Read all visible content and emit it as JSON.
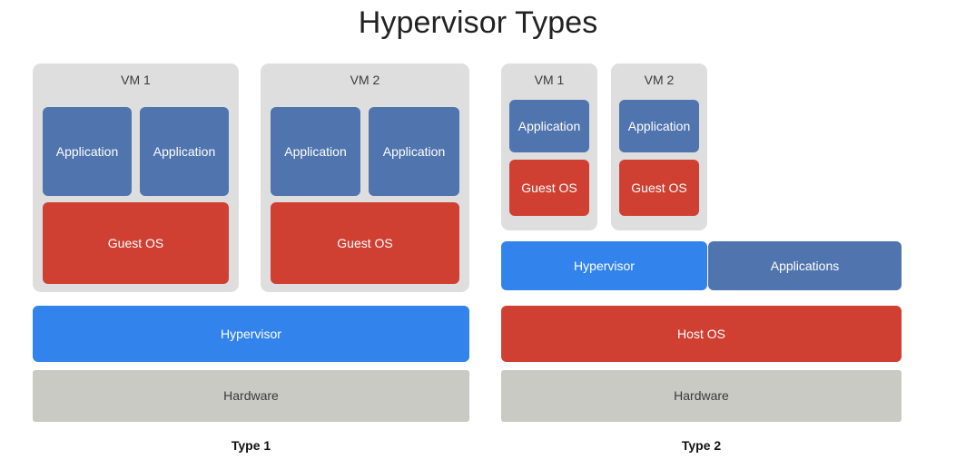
{
  "diagram": {
    "title": "Hypervisor Types",
    "colors": {
      "vm_container": "#dedede",
      "application": "#4f74ae",
      "guest_os": "#cf4032",
      "hypervisor": "#3284ec",
      "host_os": "#cf4032",
      "hardware": "#c9cac3",
      "title_text": "#222222"
    },
    "type1": {
      "caption": "Type 1",
      "vms": [
        {
          "label": "VM 1",
          "applications": [
            "Application",
            "Application"
          ],
          "guest_os": "Guest OS"
        },
        {
          "label": "VM 2",
          "applications": [
            "Application",
            "Application"
          ],
          "guest_os": "Guest OS"
        }
      ],
      "layers": [
        {
          "label": "Hypervisor",
          "kind": "hypervisor"
        },
        {
          "label": "Hardware",
          "kind": "hardware"
        }
      ]
    },
    "type2": {
      "caption": "Type 2",
      "vms": [
        {
          "label": "VM 1",
          "applications": [
            "Application"
          ],
          "guest_os": "Guest OS"
        },
        {
          "label": "VM 2",
          "applications": [
            "Application"
          ],
          "guest_os": "Guest OS"
        }
      ],
      "side_by_side": [
        {
          "label": "Hypervisor",
          "kind": "hypervisor"
        },
        {
          "label": "Applications",
          "kind": "application"
        }
      ],
      "layers": [
        {
          "label": "Host OS",
          "kind": "host_os"
        },
        {
          "label": "Hardware",
          "kind": "hardware"
        }
      ]
    }
  }
}
